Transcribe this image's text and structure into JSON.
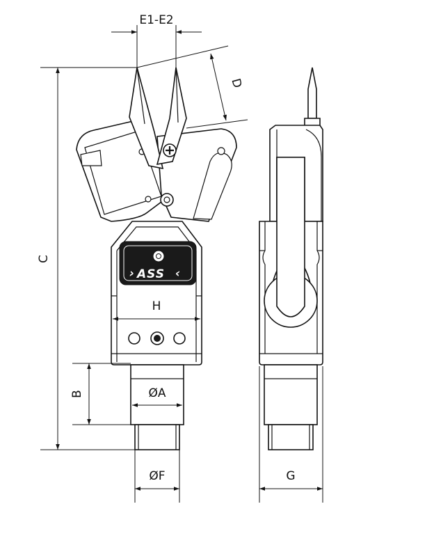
{
  "dimensions": {
    "e1_e2": "E1-E2",
    "d": "D",
    "c": "C",
    "h": "H",
    "b": "B",
    "a": "ØA",
    "f": "ØF",
    "g": "G"
  },
  "logo": {
    "text": "ASS"
  },
  "colors": {
    "line": "#111111",
    "logo_plate": "#1a1a1a",
    "background": "#ffffff"
  }
}
